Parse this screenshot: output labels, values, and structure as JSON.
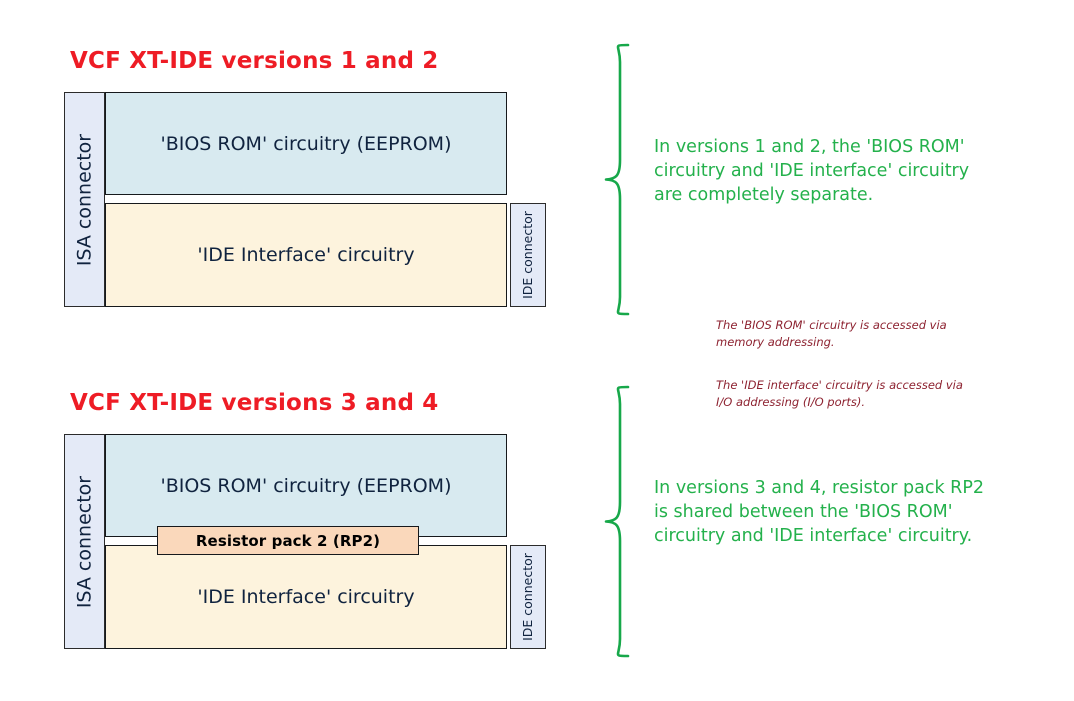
{
  "colors": {
    "title_red": "#ee1c25",
    "annotation_green": "#24b14c",
    "note_maroon": "#8d2230",
    "bios_block_fill": "#d8eaf0",
    "ide_block_fill": "#fdf3dd",
    "connector_fill": "#e4eaf7",
    "resistor_pack_fill": "#fad8bb",
    "outline": "#16191c",
    "background": "#ffffff"
  },
  "sections": [
    {
      "id": "versions-1-and-2",
      "title": "VCF XT-IDE versions 1 and 2",
      "isa_connector_label": "ISA connector",
      "ide_connector_label": "IDE\nconnector",
      "bios_block_label": "'BIOS ROM' circuitry  (EEPROM)",
      "ide_block_label": "'IDE Interface' circuitry",
      "annotation": "In versions 1 and 2, the 'BIOS ROM'\ncircuitry and 'IDE interface' circuitry\nare completely separate.",
      "has_resistor_pack": false
    },
    {
      "id": "versions-3-and-4",
      "title": "VCF XT-IDE versions 3 and 4",
      "isa_connector_label": "ISA connector",
      "ide_connector_label": "IDE\nconnector",
      "bios_block_label": "'BIOS ROM' circuitry  (EEPROM)",
      "ide_block_label": "'IDE Interface' circuitry",
      "resistor_pack_label": "Resistor pack 2  (RP2)",
      "annotation": "In versions 3 and 4, resistor pack RP2\nis shared between the 'BIOS ROM'\ncircuitry and 'IDE interface' circuitry.",
      "has_resistor_pack": true
    }
  ],
  "footnotes": [
    "The 'BIOS ROM' circuitry is accessed via\nmemory addressing.",
    "The 'IDE interface' circuitry is accessed via\nI/O addressing (I/O ports)."
  ]
}
